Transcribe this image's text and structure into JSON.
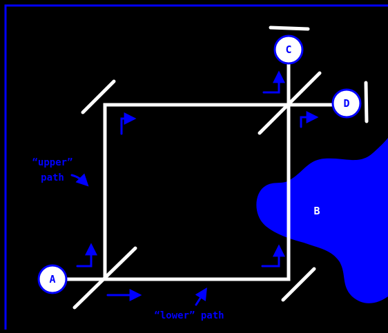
{
  "colors": {
    "background": "#000000",
    "frame": "#0000ff",
    "beam": "#ffffff",
    "annotation": "#0000ff",
    "region": "#0000ff",
    "node_fill": "#ffffff",
    "node_text": "#0000ff"
  },
  "nodes": {
    "a": "A",
    "c": "C",
    "d": "D"
  },
  "region": {
    "label": "B"
  },
  "labels": {
    "upper_line1": "“upper”",
    "upper_line2": "path",
    "lower": "“lower” path"
  }
}
